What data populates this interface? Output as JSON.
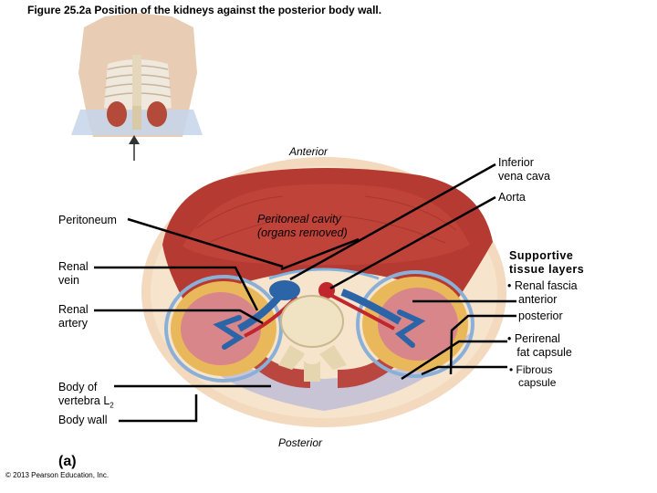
{
  "figure": {
    "title": "Figure 25.2a  Position of the kidneys against the posterior body wall.",
    "panel_label": "(a)",
    "copyright": "© 2013 Pearson Education, Inc."
  },
  "orientation": {
    "anterior": "Anterior",
    "posterior": "Posterior"
  },
  "left_labels": {
    "peritoneum": "Peritoneum",
    "renal_vein": "Renal\nvein",
    "renal_artery": "Renal\nartery",
    "vertebra": "Body of\nvertebra L",
    "vertebra_sub": "2",
    "body_wall": "Body wall"
  },
  "center_labels": {
    "peritoneal_cavity": "Peritoneal cavity\n(organs removed)"
  },
  "right_labels": {
    "ivc": "Inferior\nvena cava",
    "aorta": "Aorta",
    "supportive": "Supportive\ntissue layers",
    "renal_fascia": "• Renal fascia",
    "anterior": "anterior",
    "posterior": "posterior",
    "perirenal": "• Perirenal\n   fat capsule",
    "fibrous": "• Fibrous\n   capsule"
  },
  "colors": {
    "muscle": "#b53a32",
    "fat": "#f2dcc0",
    "kidney": "#d8868a",
    "vein": "#2c64a8",
    "artery": "#c0262b",
    "bone": "#efe3c4"
  }
}
